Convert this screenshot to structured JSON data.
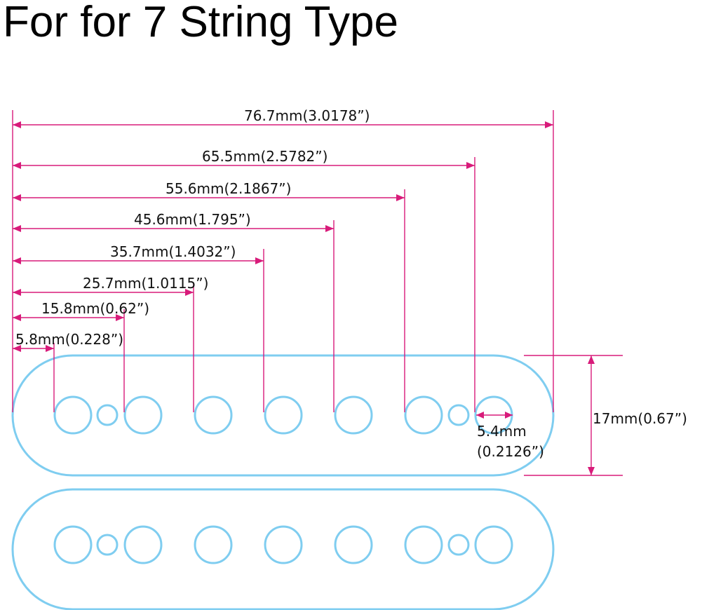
{
  "title": "For for 7 String Type",
  "dimensions": [
    {
      "label": "76.7mm(3.0178”)"
    },
    {
      "label": "65.5mm(2.5782”)"
    },
    {
      "label": "55.6mm(2.1867”)"
    },
    {
      "label": "45.6mm(1.795”)"
    },
    {
      "label": "35.7mm(1.4032”)"
    },
    {
      "label": "25.7mm(1.0115”)"
    },
    {
      "label": "15.8mm(0.62”)"
    },
    {
      "label": "5.8mm(0.228”)"
    }
  ],
  "hole_diameter": {
    "line1": "5.4mm",
    "line2": "(0.2126”)"
  },
  "height": {
    "label": "17mm(0.67”)"
  },
  "colors": {
    "dimension": "#d81b7a",
    "outline": "#7fcdf0"
  }
}
